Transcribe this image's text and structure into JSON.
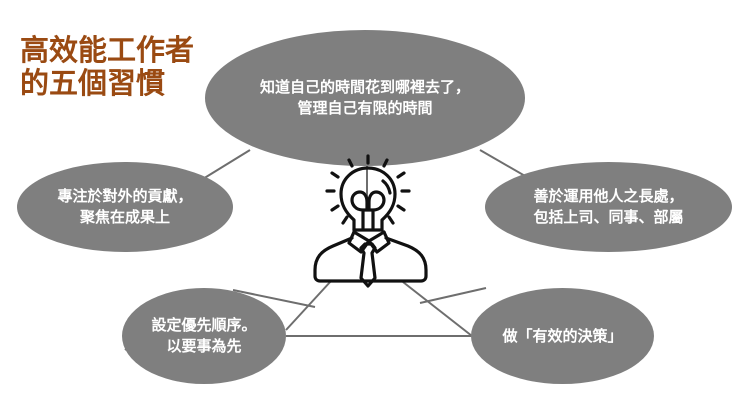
{
  "title": {
    "line1": "高效能工作者",
    "line2": "的五個習慣",
    "color": "#9a4a12"
  },
  "center": {
    "icon": "lightbulb-head-businessman-icon"
  },
  "nodes": [
    {
      "id": "time",
      "line1": "知道自己的時間花到哪裡去了，",
      "line2": "管理自己有限的時間"
    },
    {
      "id": "contribution",
      "line1": "專注於對外的貢獻，",
      "line2": "聚焦在成果上"
    },
    {
      "id": "strengths",
      "line1": "善於運用他人之長處，",
      "line2": "包括上司、同事、部屬"
    },
    {
      "id": "priorities",
      "line1": "設定優先順序。",
      "line2": "以要事為先"
    },
    {
      "id": "decisions",
      "line1": "做「有效的決策」",
      "line2": ""
    }
  ],
  "colors": {
    "node_fill": "#7f7f7f",
    "node_text": "#ffffff",
    "connector": "#6e6e6e",
    "icon_stroke": "#111111"
  }
}
